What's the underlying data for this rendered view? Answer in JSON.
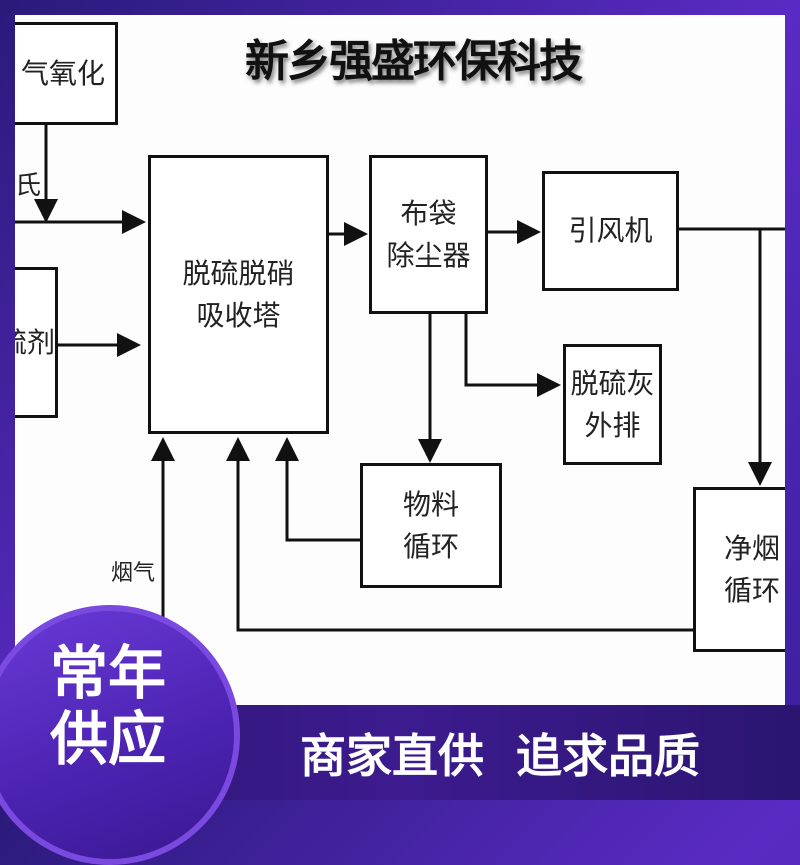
{
  "title": "新乡强盛环保科技",
  "nodes": {
    "oxidation": "气氧化",
    "left_partial": "氏",
    "desulfurizer": "硫剂",
    "absorber": [
      "脱硫脱硝",
      "吸收塔"
    ],
    "bag_filter": [
      "布袋",
      "除尘器"
    ],
    "fan": "引风机",
    "ash": [
      "脱硫灰",
      "外排"
    ],
    "material_cycle": [
      "物料",
      "循环"
    ],
    "clean_flue_cycle": [
      "净烟",
      "循环"
    ],
    "flue_gas": "烟气"
  },
  "badge": [
    "常年",
    "供应"
  ],
  "slogan": "商家直供  追求品质",
  "colors": {
    "frame": "#4a22b0",
    "band": "#2a1570",
    "badge": "#5a2bc4"
  }
}
